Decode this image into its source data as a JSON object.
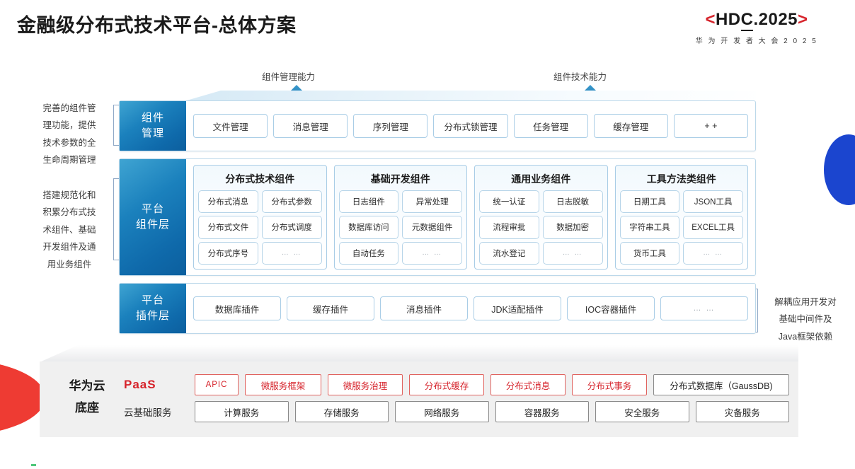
{
  "header": {
    "title": "金融级分布式技术平台-总体方案",
    "logo_open_bracket": "<",
    "logo_text": "HD",
    "logo_text_underlined": "C",
    "logo_text_tail": ".2025",
    "logo_close_bracket": ">",
    "logo_subtitle": "华 为 开 发 者 大 会 2 0 2 5"
  },
  "arrows": [
    {
      "label": "组件管理能力",
      "name": "arrow-component-management"
    },
    {
      "label": "组件技术能力",
      "name": "arrow-component-technology"
    }
  ],
  "annotations": {
    "left_top": "完善的组件管理功能，提供技术参数的全生命周期管理",
    "left_top_lines": [
      "完善的组件管",
      "理功能，提供",
      "技术参数的全",
      "生命周期管理"
    ],
    "left_bottom_lines": [
      "搭建规范化和",
      "积累分布式技",
      "术组件、基础",
      "开发组件及通",
      "用业务组件"
    ],
    "right_lines": [
      "解耦应用开发对",
      "基础中间件及",
      "Java框架依赖"
    ]
  },
  "layers": {
    "component_management": {
      "side_label_lines": [
        "组件",
        "管理"
      ],
      "chips": [
        "文件管理",
        "消息管理",
        "序列管理",
        "分布式锁管理",
        "任务管理",
        "缓存管理",
        "+ +"
      ]
    },
    "platform_component": {
      "side_label_lines": [
        "平台",
        "组件层"
      ],
      "groups": [
        {
          "title": "分布式技术组件",
          "cells": [
            "分布式消息",
            "分布式参数",
            "分布式文件",
            "分布式调度",
            "分布式序号",
            "… …"
          ]
        },
        {
          "title": "基础开发组件",
          "cells": [
            "日志组件",
            "异常处理",
            "数据库访问",
            "元数据组件",
            "自动任务",
            "… …"
          ]
        },
        {
          "title": "通用业务组件",
          "cells": [
            "统一认证",
            "日志脱敏",
            "流程审批",
            "数据加密",
            "流水登记",
            "… …"
          ]
        },
        {
          "title": "工具方法类组件",
          "cells": [
            "日期工具",
            "JSON工具",
            "字符串工具",
            "EXCEL工具",
            "货币工具",
            "… …"
          ]
        }
      ]
    },
    "platform_plugin": {
      "side_label_lines": [
        "平台",
        "插件层"
      ],
      "chips": [
        "数据库插件",
        "缓存插件",
        "消息插件",
        "JDK适配插件",
        "IOC容器插件",
        "… …"
      ]
    }
  },
  "base": {
    "title_lines": [
      "华为云",
      "底座"
    ],
    "paas": {
      "label": "PaaS",
      "items": [
        {
          "text": "APIC",
          "style": "red"
        },
        {
          "text": "微服务框架",
          "style": "red"
        },
        {
          "text": "微服务治理",
          "style": "red"
        },
        {
          "text": "分布式缓存",
          "style": "red"
        },
        {
          "text": "分布式消息",
          "style": "red"
        },
        {
          "text": "分布式事务",
          "style": "red"
        },
        {
          "text": "分布式数据库（GaussDB)",
          "style": "gray"
        }
      ]
    },
    "infra": {
      "label": "云基础服务",
      "items": [
        "计算服务",
        "存储服务",
        "网络服务",
        "容器服务",
        "安全服务",
        "灾备服务"
      ]
    }
  },
  "colors": {
    "brand_red": "#d6232b",
    "brand_blue": "#0f6aab",
    "deco_blue": "#1b45cf",
    "deco_red": "#ee3b33",
    "chip_border": "#a9cde6"
  }
}
